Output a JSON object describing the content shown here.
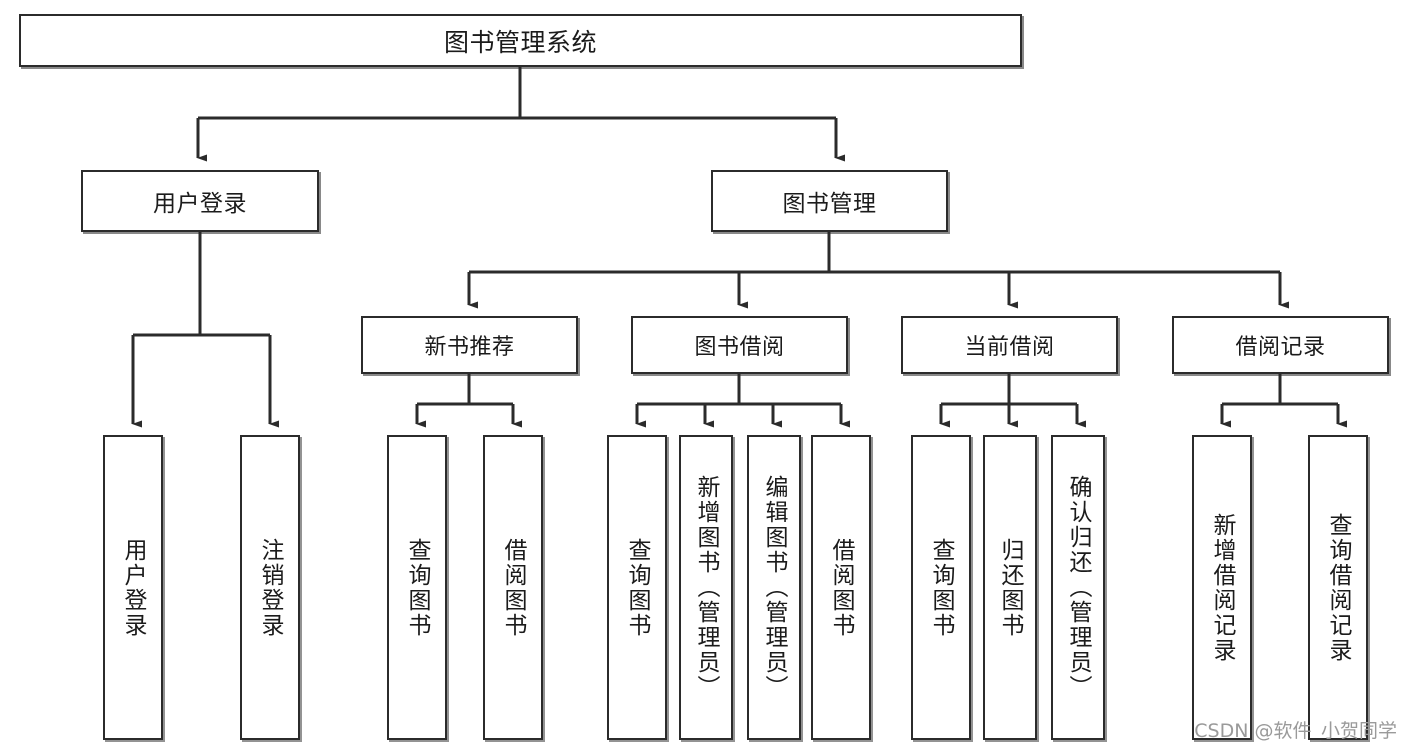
{
  "diagram": {
    "title": "图书管理系统",
    "type": "tree-hierarchy",
    "watermark": "CSDN @软件_小贺同学",
    "colors": {
      "box_border": "#2b2b2b",
      "box_fill": "#ffffff",
      "connector": "#2b2b2b",
      "text": "#1b1b1b",
      "watermark": "#9a9a9a",
      "canvas": "#ffffff"
    },
    "root": {
      "label": "图书管理系统"
    },
    "level1": [
      {
        "label": "用户登录"
      },
      {
        "label": "图书管理"
      }
    ],
    "level2": [
      {
        "label": "新书推荐"
      },
      {
        "label": "图书借阅"
      },
      {
        "label": "当前借阅"
      },
      {
        "label": "借阅记录"
      }
    ],
    "leaves": {
      "user_login": [
        {
          "label": "用户登录"
        },
        {
          "label": "注销登录"
        }
      ],
      "new_book_recommend": [
        {
          "label": "查询图书"
        },
        {
          "label": "借阅图书"
        }
      ],
      "book_borrow": [
        {
          "label": "查询图书"
        },
        {
          "label": "新增图书（管理员）"
        },
        {
          "label": "编辑图书（管理员）"
        },
        {
          "label": "借阅图书"
        }
      ],
      "current_borrow": [
        {
          "label": "查询图书"
        },
        {
          "label": "归还图书"
        },
        {
          "label": "确认归还（管理员）"
        }
      ],
      "borrow_record": [
        {
          "label": "新增借阅记录"
        },
        {
          "label": "查询借阅记录"
        }
      ]
    }
  }
}
